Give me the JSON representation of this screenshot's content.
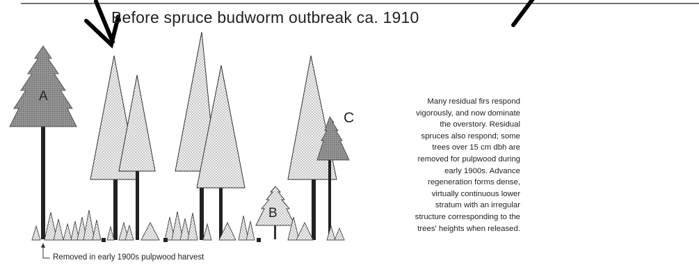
{
  "diagram": {
    "title": "Before spruce budworm outbreak ca. 1910",
    "tree_labels": {
      "a": "A",
      "b": "B",
      "c": "C"
    },
    "caption_lines": [
      "Many residual firs respond",
      "vigorously, and now dominate",
      "the overstory.  Residual",
      "spruces also respond; some",
      "trees over 15 cm dbh are",
      "removed for pulpwood during",
      "early 1900s. Advance",
      "regeneration forms dense,",
      "virtually continuous lower",
      "stratum with an irregular",
      "structure corresponding to the",
      "trees' heights when released."
    ],
    "footnote": "Removed in early 1900s pulpwood harvest"
  }
}
